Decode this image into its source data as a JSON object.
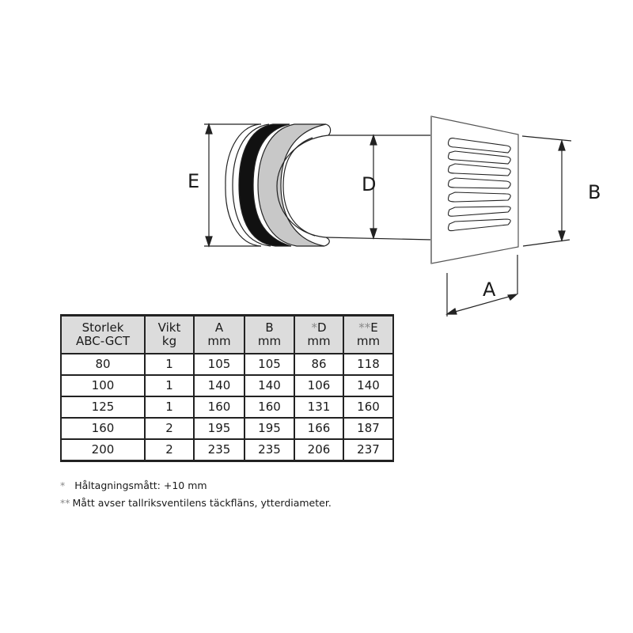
{
  "drawing": {
    "labels": {
      "e": "E",
      "d": "D",
      "b": "B",
      "a": "A"
    }
  },
  "table": {
    "headers": [
      {
        "line1": "Storlek",
        "line2": "ABC-GCT"
      },
      {
        "line1": "Vikt",
        "line2": "kg"
      },
      {
        "line1": "A",
        "line2": "mm"
      },
      {
        "line1": "B",
        "line2": "mm"
      },
      {
        "prefix": "*",
        "line1": "D",
        "line2": "mm"
      },
      {
        "prefix": "**",
        "line1": "E",
        "line2": "mm"
      }
    ],
    "rows": [
      [
        "80",
        "1",
        "105",
        "105",
        "86",
        "118"
      ],
      [
        "100",
        "1",
        "140",
        "140",
        "106",
        "140"
      ],
      [
        "125",
        "1",
        "160",
        "160",
        "131",
        "160"
      ],
      [
        "160",
        "2",
        "195",
        "195",
        "166",
        "187"
      ],
      [
        "200",
        "2",
        "235",
        "235",
        "206",
        "237"
      ]
    ]
  },
  "notes": [
    {
      "marker": "*",
      "text": "Håltagningsmått: +10 mm"
    },
    {
      "marker": "**",
      "text": "Mått avser tallriksventilens täckfläns, ytterdiameter."
    }
  ]
}
